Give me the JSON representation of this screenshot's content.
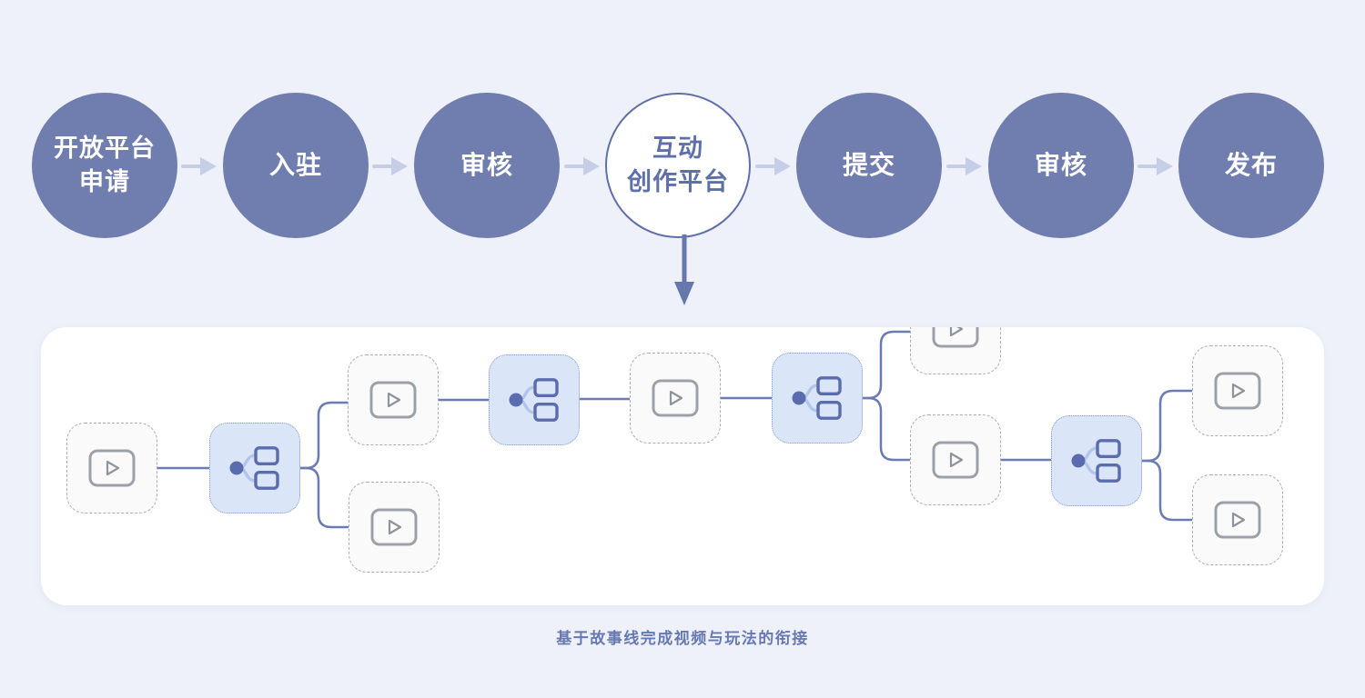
{
  "flow": {
    "steps": [
      {
        "id": "open-platform-apply",
        "line1": "开放平台",
        "line2": "申请",
        "highlighted": false
      },
      {
        "id": "settle-in",
        "line1": "入驻",
        "highlighted": false
      },
      {
        "id": "review-1",
        "line1": "审核",
        "highlighted": false
      },
      {
        "id": "interactive-creation-platform",
        "line1": "互动",
        "line2": "创作平台",
        "highlighted": true
      },
      {
        "id": "submit",
        "line1": "提交",
        "highlighted": false
      },
      {
        "id": "review-2",
        "line1": "审核",
        "highlighted": false
      },
      {
        "id": "publish",
        "line1": "发布",
        "highlighted": false
      }
    ]
  },
  "storyline": {
    "caption": "基于故事线完成视频与玩法的衔接",
    "video_node_count": 8,
    "branch_node_count": 4
  },
  "icons": {
    "play-icon": "▷",
    "branch-icon": "●⧉",
    "arrow-right-icon": "→",
    "arrow-down-icon": "↓"
  },
  "colors": {
    "page_bg": "#EEF1FA",
    "circle_fill": "#6F7DAF",
    "circle_text": "#FFFFFF",
    "highlight_circle_bg": "#FFFFFF",
    "highlight_circle_border": "#5F6FA8",
    "flow_arrow": "#C6CDE7",
    "down_arrow": "#6577AD",
    "panel_bg": "#FFFFFF",
    "connector": "#6B7CB3",
    "video_node_bg": "#FAFAFB",
    "video_node_border": "#A9ADB5",
    "video_icon": "#9CA1A8",
    "branch_node_bg": "#DAE6F8",
    "branch_node_border": "#8296CC",
    "branch_icon_dark": "#5B6CAE",
    "branch_icon_light": "#B3C5EA",
    "caption_text": "#6779B2"
  }
}
